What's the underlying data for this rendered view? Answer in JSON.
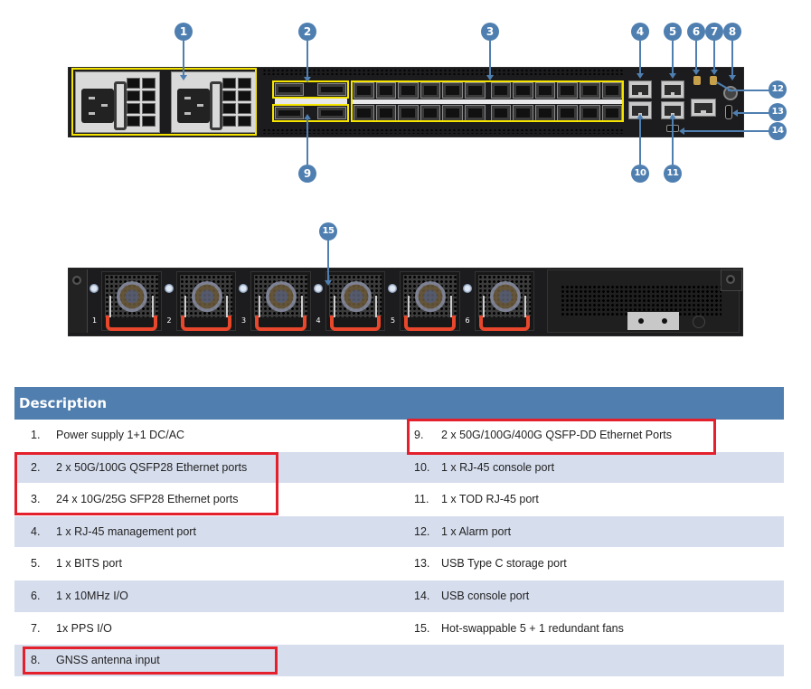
{
  "diagram": {
    "front_panel": {
      "callouts": [
        {
          "id": "1",
          "target": "power-supplies"
        },
        {
          "id": "2",
          "target": "qsfp28-ports"
        },
        {
          "id": "3",
          "target": "sfp28-ports"
        },
        {
          "id": "4",
          "target": "rj45-management-port"
        },
        {
          "id": "5",
          "target": "bits-port"
        },
        {
          "id": "6",
          "target": "10mhz-io"
        },
        {
          "id": "7",
          "target": "pps-io"
        },
        {
          "id": "8",
          "target": "gnss-antenna-input"
        },
        {
          "id": "9",
          "target": "qsfp-dd-ports"
        },
        {
          "id": "10",
          "target": "rj45-console-port"
        },
        {
          "id": "11",
          "target": "tod-rj45-port"
        },
        {
          "id": "12",
          "target": "alarm-port"
        },
        {
          "id": "13",
          "target": "usb-type-c-port"
        },
        {
          "id": "14",
          "target": "usb-console-port"
        }
      ],
      "highlight_color": "#f5e400"
    },
    "rear_panel": {
      "callouts": [
        {
          "id": "15",
          "target": "fans"
        }
      ],
      "fan_labels": [
        "1",
        "2",
        "3",
        "4",
        "5",
        "6"
      ],
      "fan_handle_color": "#e8472c"
    },
    "callout_color": "#4f7fb0"
  },
  "table": {
    "header": "Description",
    "header_color": "#4f7eaf",
    "alt_row_color": "#d6dded",
    "highlight_color": "#e3202c",
    "left_column": [
      {
        "num": "1.",
        "text": "Power supply 1+1 DC/AC",
        "highlighted": false
      },
      {
        "num": "2.",
        "text": "2 x 50G/100G QSFP28 Ethernet ports",
        "highlighted": true
      },
      {
        "num": "3.",
        "text": "24 x 10G/25G SFP28 Ethernet ports",
        "highlighted": true
      },
      {
        "num": "4.",
        "text": "1 x RJ-45 management port",
        "highlighted": false
      },
      {
        "num": "5.",
        "text": "1 x BITS port",
        "highlighted": false
      },
      {
        "num": "6.",
        "text": "1 x 10MHz I/O",
        "highlighted": false
      },
      {
        "num": "7.",
        "text": "1x PPS I/O",
        "highlighted": false
      },
      {
        "num": "8.",
        "text": "GNSS antenna input",
        "highlighted": true
      }
    ],
    "right_column": [
      {
        "num": "9.",
        "text": "2 x 50G/100G/400G QSFP-DD Ethernet Ports",
        "highlighted": true
      },
      {
        "num": "10.",
        "text": "1 x RJ-45 console port",
        "highlighted": false
      },
      {
        "num": "11.",
        "text": "1 x TOD RJ-45 port",
        "highlighted": false
      },
      {
        "num": "12.",
        "text": "1 x Alarm port",
        "highlighted": false
      },
      {
        "num": "13.",
        "text": "USB Type C storage port",
        "highlighted": false
      },
      {
        "num": "14.",
        "text": "USB console port",
        "highlighted": false
      },
      {
        "num": "15.",
        "text": "Hot-swappable 5 + 1 redundant fans",
        "highlighted": false
      },
      {
        "num": "",
        "text": "",
        "highlighted": false
      }
    ]
  }
}
